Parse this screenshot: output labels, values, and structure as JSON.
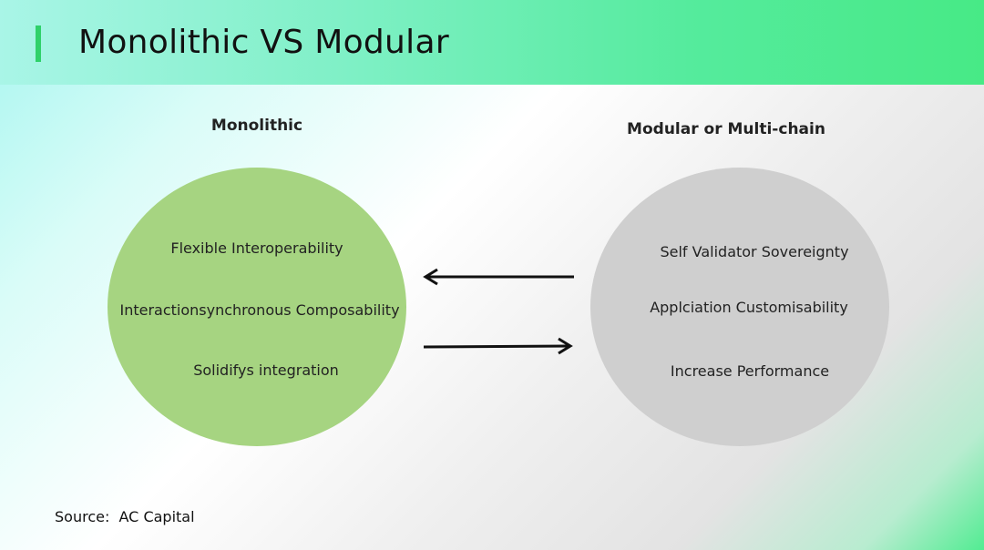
{
  "header": {
    "title": "Monolithic VS Modular"
  },
  "left": {
    "title": "Monolithic",
    "items": [
      "Flexible Interoperability",
      "Interactionsynchronous Composability",
      "Solidifys integration"
    ]
  },
  "right": {
    "title": "Modular or Multi-chain",
    "items": [
      "Self Validator Sovereignty",
      "Applciation Customisability",
      "Increase Performance"
    ]
  },
  "footer": {
    "source_label": "Source:",
    "source_value": "AC Capital"
  },
  "colors": {
    "header_accent": "#2fd16a",
    "left_circle": "#a6d481",
    "right_circle": "#cfcfcf"
  }
}
